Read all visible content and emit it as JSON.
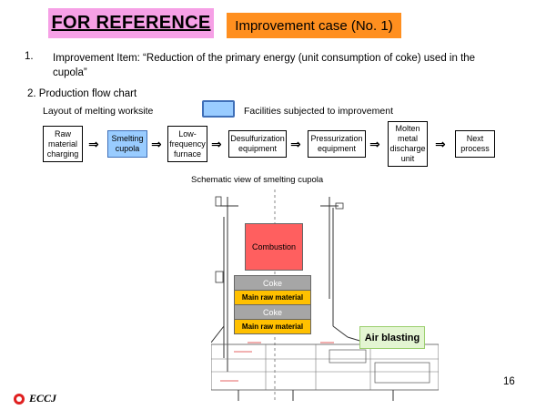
{
  "header": {
    "reference_label": "FOR REFERENCE",
    "case_label": "Improvement case (No. 1)"
  },
  "improvement_item": {
    "number": "1.",
    "text": "Improvement Item: “Reduction of the primary energy (unit consumption of coke) used in the cupola”"
  },
  "flow_section": {
    "title": "2. Production flow chart",
    "layout_label": "Layout of melting worksite",
    "legend_label": "Facilities subjected to improvement",
    "steps": [
      {
        "label": "Raw material charging"
      },
      {
        "label": "Smelting cupola"
      },
      {
        "label": "Low-frequency furnace"
      },
      {
        "label": "Desulfurization equipment"
      },
      {
        "label": "Pressurization equipment"
      },
      {
        "label": "Molten metal discharge unit"
      },
      {
        "label": "Next process"
      }
    ],
    "arrow_symbol": "⇒"
  },
  "schematic": {
    "title": "Schematic view of smelting cupola",
    "combustion": "Combustion",
    "coke": "Coke",
    "main_raw": "Main raw material",
    "air_blasting": "Air blasting"
  },
  "footer": {
    "page_number": "16",
    "logo_text": "ECCJ"
  }
}
